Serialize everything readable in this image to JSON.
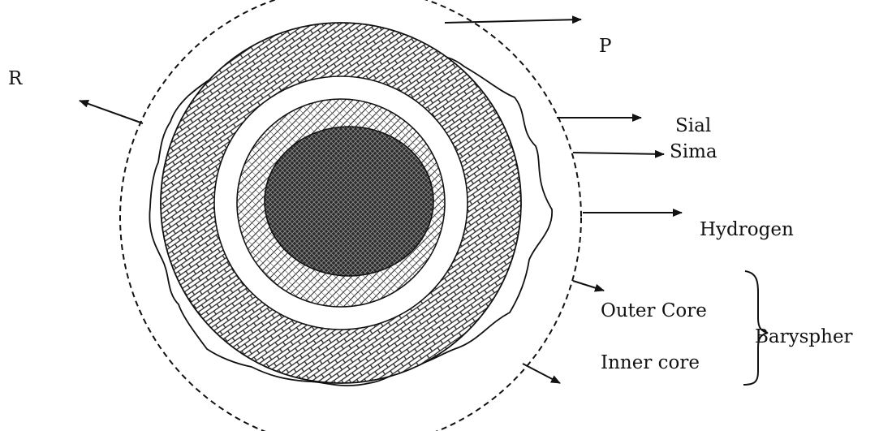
{
  "labels": {
    "p": "P",
    "r": "R",
    "sial": "Sial",
    "sima": "Sima",
    "hydrogen": "Hydrogen",
    "outer_core": "Outer Core",
    "inner_core": "Inner core",
    "baryspher": "Baryspher"
  },
  "colors": {
    "ink": "#111111",
    "background": "#ffffff"
  }
}
